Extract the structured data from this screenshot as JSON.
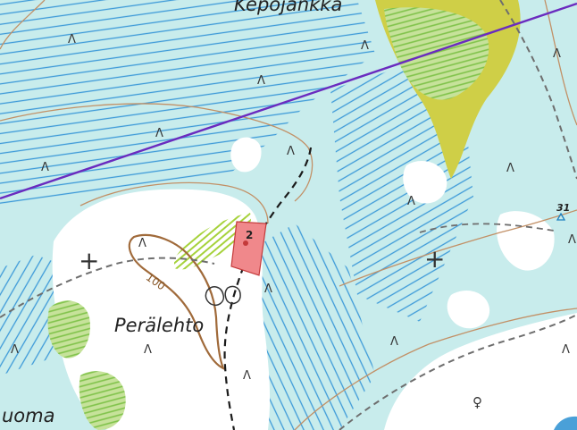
{
  "map": {
    "labels": {
      "north_name": "Kepojänkkä",
      "place_name": "Perälehto",
      "southwest_name": "uoma",
      "contour_value": "100",
      "site_number": "2",
      "height_point": "31"
    },
    "colors": {
      "open_land": "#ffffff",
      "bog": "#c8ecec",
      "bog_hatch": "#3d9ad8",
      "grove": "#b9d889",
      "grove_stripe": "#7fc24a",
      "olive": "#cfcf47",
      "contour": "#a06a3a",
      "power_line": "#6a2bbf",
      "path": "#6e6e6e",
      "trail": "#1a1a1a",
      "restricted_area": "#f0888b",
      "restricted_edge": "#c43a3a",
      "water": "#4aa0d8"
    },
    "symbols": {
      "marsh": "Λ",
      "cross": "+",
      "cave": "♀"
    }
  }
}
